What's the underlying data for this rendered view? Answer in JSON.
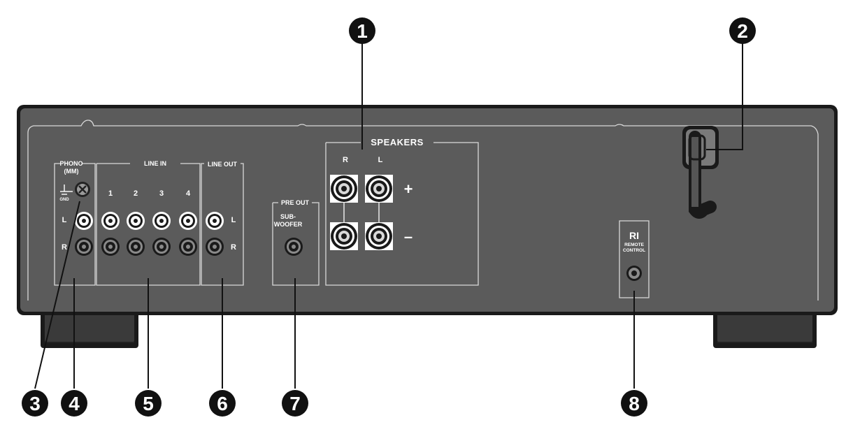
{
  "colors": {
    "panel": "#5b5b5b",
    "panel_edge": "#1a1a1a",
    "foot": "#333333",
    "callout": "#111111",
    "label": "#ffffff"
  },
  "sections": {
    "phono_line1": "PHONO",
    "phono_line2": "(MM)",
    "gnd": "GND",
    "line_in": "LINE IN",
    "line_out": "LINE OUT",
    "pre_out": "PRE OUT",
    "sub_line1": "SUB-",
    "sub_line2": "WOOFER",
    "speakers": "SPEAKERS",
    "ri": "RI",
    "remote_line1": "REMOTE",
    "remote_line2": "CONTROL"
  },
  "channels": {
    "L": "L",
    "R": "R"
  },
  "line_in_inputs": [
    "1",
    "2",
    "3",
    "4"
  ],
  "speaker_polarity": {
    "plus": "+",
    "minus": "–"
  },
  "callouts": [
    "1",
    "2",
    "3",
    "4",
    "5",
    "6",
    "7",
    "8"
  ]
}
